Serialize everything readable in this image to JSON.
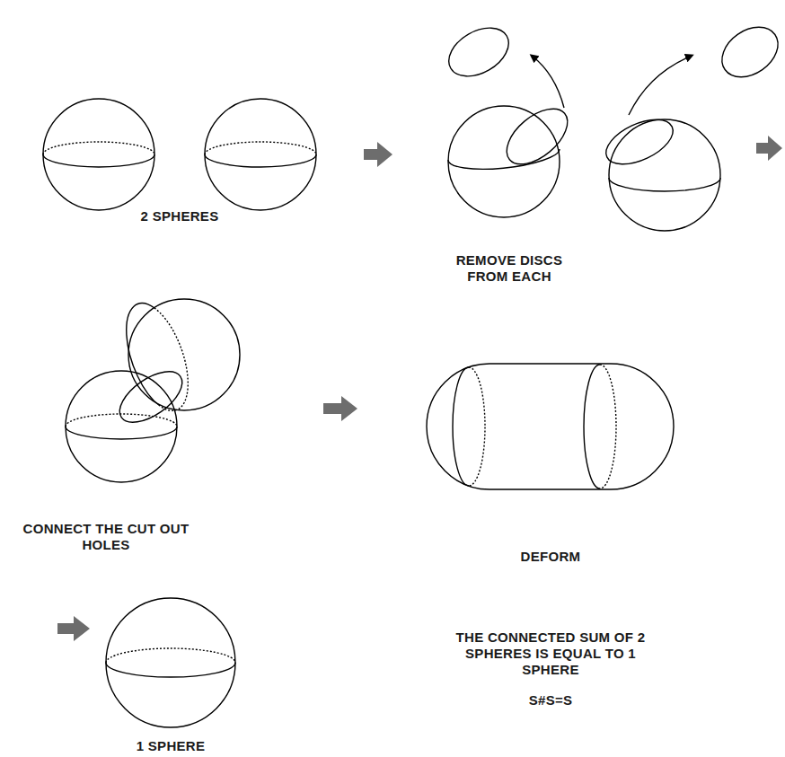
{
  "diagram": {
    "labels": [
      "2 SPHERES",
      "REMOVE DISCS FROM EACH",
      "CONNECT THE CUT OUT HOLES",
      "DEFORM",
      "1 SPHERE",
      "THE CONNECTED SUM OF 2 SPHERES IS EQUAL TO 1 SPHERE",
      "S#S=S"
    ]
  }
}
